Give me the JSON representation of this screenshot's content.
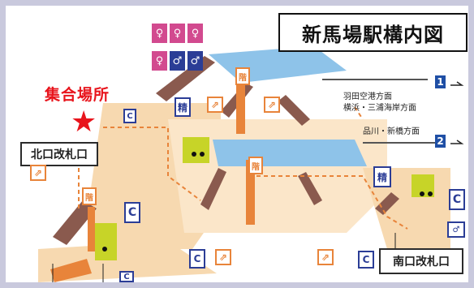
{
  "title": "新馬場駅構内図",
  "meeting_point_label": "集合場所",
  "meeting_point_marker": "★",
  "gates": {
    "north": "北口改札口",
    "south": "南口改札口"
  },
  "directions": [
    {
      "platform": "1",
      "lines": [
        "羽田空港方面",
        "横浜・三浦海岸方面"
      ]
    },
    {
      "platform": "2",
      "lines": [
        "品川・新橋方面"
      ]
    }
  ],
  "icons": {
    "restroom": "精",
    "elevator": "C",
    "toilet_women": "♀",
    "toilet_men": "♂",
    "escalator": "⇗",
    "stairs": "階"
  },
  "colors": {
    "platform_blue": "#8ec3e9",
    "floor_tan": "#f7d9b0",
    "stairs_brown": "#8a5a4e",
    "escalator_orange": "#e8843a",
    "shop_yellow": "#c7d428",
    "sign_blue": "#1f4fa5",
    "marker_red": "#e8141c",
    "toilet_pink": "#d24a8f"
  }
}
